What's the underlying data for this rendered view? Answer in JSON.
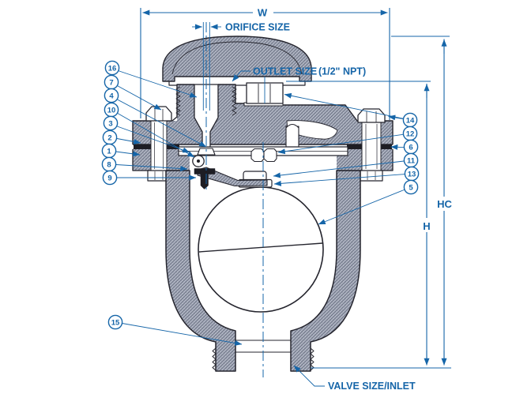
{
  "drawing": {
    "dimension_labels": {
      "w": "W",
      "orifice": "ORIFICE SIZE",
      "outlet": "OUTLET SIZE",
      "outlet_npt": "(1/2\" NPT)",
      "hc": "HC",
      "h": "H",
      "valve_inlet": "VALVE SIZE/INLET"
    },
    "callouts": {
      "n1": "1",
      "n2": "2",
      "n3": "3",
      "n4": "4",
      "n5": "5",
      "n6": "6",
      "n7": "7",
      "n8": "8",
      "n9": "9",
      "n10": "10",
      "n11": "11",
      "n12": "12",
      "n13": "13",
      "n14": "14",
      "n15": "15",
      "n16": "16"
    },
    "colors": {
      "annotation_blue": "#1565a8",
      "linework": "#25252e",
      "hatch_base": "#b7bcc9",
      "hatch_line": "#5e6577",
      "gasket_black": "#1d1d24",
      "background": "#ffffff"
    }
  }
}
